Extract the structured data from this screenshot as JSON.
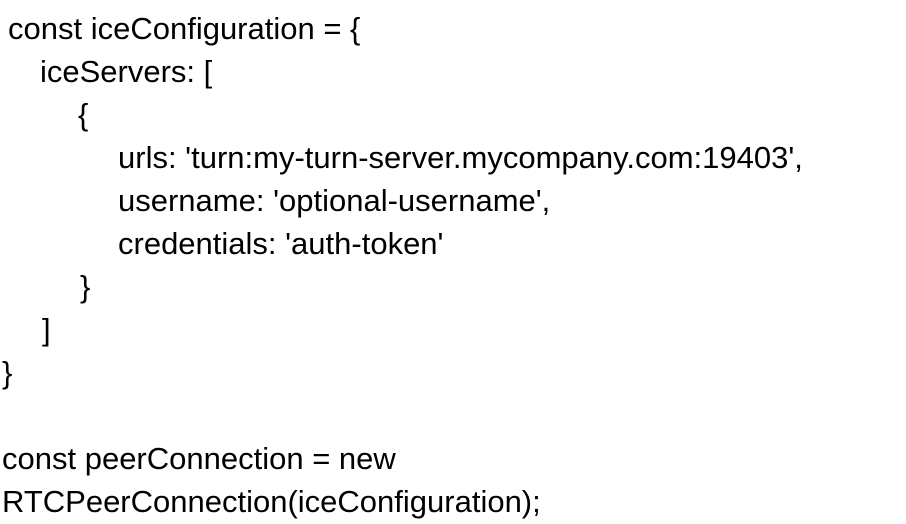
{
  "document": {
    "type": "code-snippet",
    "language": "javascript",
    "background_color": "#ffffff",
    "text_color": "#000000"
  },
  "code": {
    "lines": [
      {
        "text": "const iceConfiguration = {",
        "indent": "ind-a"
      },
      {
        "text": "iceServers: [",
        "indent": "ind-b"
      },
      {
        "text": "{",
        "indent": "ind-c"
      },
      {
        "text": "urls: 'turn:my-turn-server.mycompany.com:19403',",
        "indent": "ind-d"
      },
      {
        "text": "username: 'optional-username',",
        "indent": "ind-d"
      },
      {
        "text": "credentials: 'auth-token'",
        "indent": "ind-d"
      },
      {
        "text": "}",
        "indent": "ind-e"
      },
      {
        "text": "]",
        "indent": "ind-f"
      },
      {
        "text": "}",
        "indent": "ind-g"
      },
      {
        "text": " ",
        "indent": "ind-g"
      },
      {
        "text": "const peerConnection = new",
        "indent": "ind-g"
      },
      {
        "text": "RTCPeerConnection(iceConfiguration);",
        "indent": "ind-g"
      }
    ],
    "line_1": "const iceConfiguration = {",
    "line_2": "iceServers: [",
    "line_3": "{",
    "line_4": "urls: 'turn:my-turn-server.mycompany.com:19403',",
    "line_5": "username: 'optional-username',",
    "line_6": "credentials: 'auth-token'",
    "line_7": "}",
    "line_8": "]",
    "line_9": "}",
    "line_10": " ",
    "line_11": "const peerConnection = new",
    "line_12": "RTCPeerConnection(iceConfiguration);"
  },
  "values": {
    "config_variable_name": "iceConfiguration",
    "ice_servers_key": "iceServers",
    "urls_key": "urls",
    "urls_value": "turn:my-turn-server.mycompany.com:19403",
    "turn_scheme": "turn",
    "turn_host": "my-turn-server.mycompany.com",
    "turn_port": "19403",
    "username_key": "username",
    "username_value": "optional-username",
    "credentials_key": "credentials",
    "credentials_value": "auth-token",
    "peer_variable_name": "peerConnection",
    "constructor_name": "RTCPeerConnection"
  }
}
